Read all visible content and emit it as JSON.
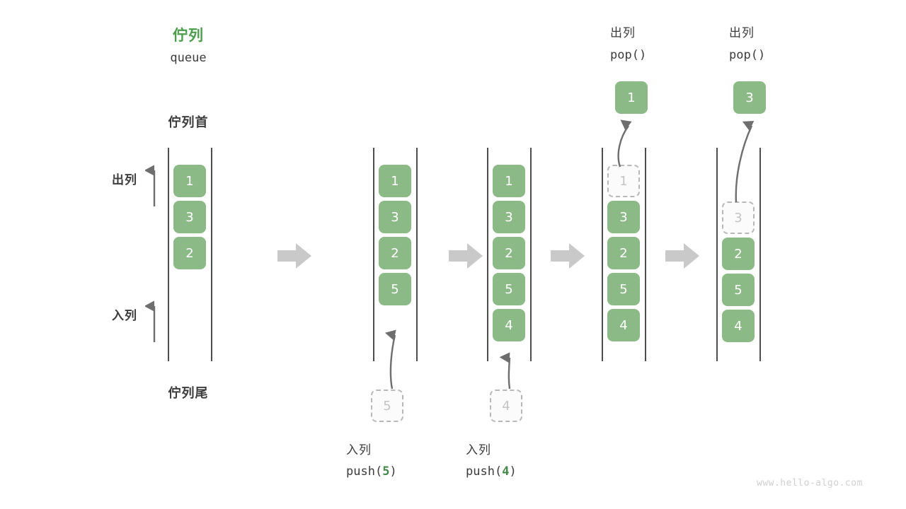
{
  "meta": {
    "watermark": "www.hello-algo.com",
    "accent_green": "#4b9e4b",
    "cell_green": "#8cba87",
    "ghost_gray": "#c4c4c4",
    "rail_gray": "#4d4d4d",
    "step_arrow_gray": "#c9c9c9"
  },
  "header": {
    "title_cn": "佇列",
    "title_en": "queue"
  },
  "labels": {
    "head": "佇列首",
    "tail": "佇列尾",
    "dequeue": "出列",
    "enqueue": "入列"
  },
  "stages": [
    {
      "id": "initial",
      "cells": [
        "1",
        "3",
        "2"
      ],
      "ghost_index": -1
    },
    {
      "id": "after-push-5",
      "cells": [
        "1",
        "3",
        "2",
        "5"
      ],
      "ghost_index": -1
    },
    {
      "id": "after-push-4",
      "cells": [
        "1",
        "3",
        "2",
        "5",
        "4"
      ],
      "ghost_index": -1
    },
    {
      "id": "after-pop-1",
      "cells": [
        "1",
        "3",
        "2",
        "5",
        "4"
      ],
      "ghost_index": 0
    },
    {
      "id": "after-pop-3",
      "cells": [
        "3",
        "2",
        "5",
        "4"
      ],
      "ghost_index": 0
    }
  ],
  "operations": {
    "push5": {
      "cn": "入列",
      "code_prefix": "push(",
      "code_arg": "5",
      "code_suffix": ")",
      "floating_value": "5"
    },
    "push4": {
      "cn": "入列",
      "code_prefix": "push(",
      "code_arg": "4",
      "code_suffix": ")",
      "floating_value": "4"
    },
    "pop1": {
      "cn": "出列",
      "code": "pop()",
      "popped_value": "1"
    },
    "pop3": {
      "cn": "出列",
      "code": "pop()",
      "popped_value": "3"
    }
  }
}
